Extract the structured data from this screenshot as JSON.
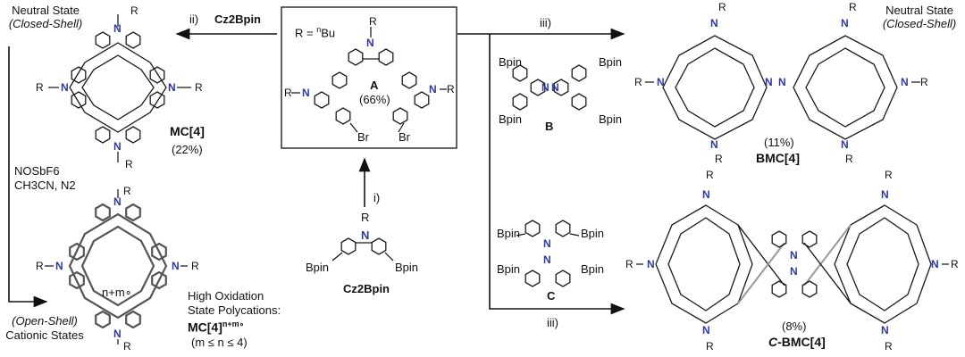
{
  "top_left": {
    "state_line1": "Neutral State",
    "state_line2": "(Closed-Shell)",
    "arrow_step": "ii)",
    "arrow_reagent": "Cz2Bpin",
    "compound_name": "MC[4]",
    "compound_yield": "(22%)"
  },
  "oxidation": {
    "reagent_line1": "NOSbF6",
    "reagent_line2": "CH3CN, N2"
  },
  "bottom_left": {
    "shell_line1": "(Open-Shell)",
    "shell_line2": "Cationic States",
    "ring_label": "n+m∘",
    "desc_line1": "High Oxidation",
    "desc_line2": "State Polycations:",
    "compound_name": "MC[4]",
    "charge_sup": "n+m∘",
    "condition": "(m ≤ n ≤ 4)"
  },
  "center": {
    "r_def_prefix": "R = ",
    "r_def_sup": "n",
    "r_def_suffix": "Bu",
    "compound_letter": "A",
    "compound_yield": "(66%)",
    "br_left": "Br",
    "br_right": "Br",
    "step": "i)",
    "reagent_name": "Cz2Bpin",
    "bpin_left": "Bpin",
    "bpin_right": "Bpin",
    "r_label": "R",
    "n_label": "N"
  },
  "right_top": {
    "arrow_step": "iii)",
    "state_line1": "Neutral State",
    "state_line2": "(Closed-Shell)",
    "reagent_letter": "B",
    "bpin_tl": "Bpin",
    "bpin_tr": "Bpin",
    "bpin_bl": "Bpin",
    "bpin_br": "Bpin",
    "compound_name": "BMC[4]",
    "compound_yield": "(11%)"
  },
  "right_bottom": {
    "arrow_step": "iii)",
    "reagent_letter": "C",
    "bpin_tl": "Bpin",
    "bpin_tr": "Bpin",
    "bpin_bl": "Bpin",
    "bpin_br": "Bpin",
    "compound_prefix": "C",
    "compound_suffix": "-BMC[4]",
    "compound_yield": "(8%)"
  }
}
